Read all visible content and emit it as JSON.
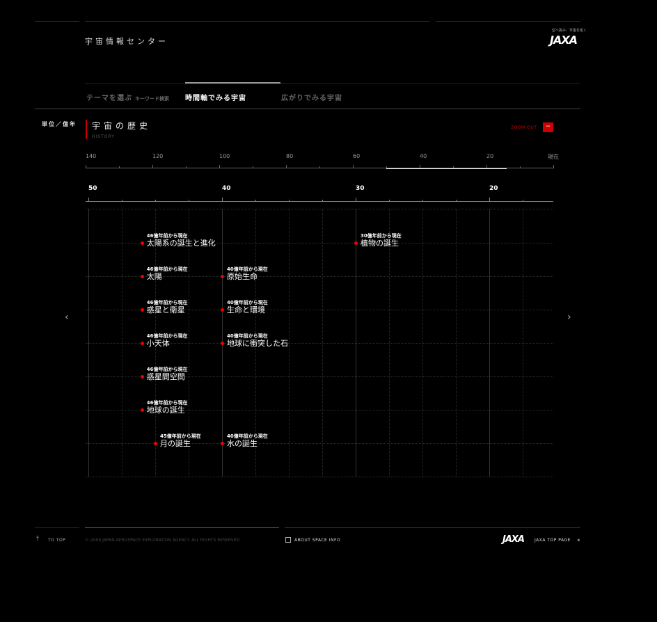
{
  "header": {
    "site_title": "宇宙情報センター",
    "logo_tagline": "空へ挑み、宇宙を拓く",
    "logo_text": "JAXA"
  },
  "nav": {
    "tabs": [
      {
        "label": "テーマを選ぶ",
        "sub": "キーワード検索",
        "active": false
      },
      {
        "label": "時間軸でみる宇宙",
        "active": true
      },
      {
        "label": "広がりでみる宇宙",
        "active": false
      }
    ]
  },
  "section": {
    "unit_label": "単位／億年",
    "title": "宇宙の歴史",
    "subtitle": "HISTORY",
    "zoom_label": "ZOOM OUT",
    "zoom_symbol": "−"
  },
  "overview_axis": {
    "ticks": [
      {
        "value": 140,
        "label": "140"
      },
      {
        "value": 120,
        "label": "120"
      },
      {
        "value": 100,
        "label": "100"
      },
      {
        "value": 80,
        "label": "80"
      },
      {
        "value": 60,
        "label": "60"
      },
      {
        "value": 40,
        "label": "40"
      },
      {
        "value": 20,
        "label": "20"
      },
      {
        "value": 0,
        "label": "現在"
      }
    ],
    "visible_window": [
      50,
      14
    ]
  },
  "main_axis": {
    "ticks": [
      {
        "value": 50,
        "label": "50"
      },
      {
        "value": 40,
        "label": "40"
      },
      {
        "value": 30,
        "label": "30"
      },
      {
        "value": 20,
        "label": "20"
      }
    ]
  },
  "events": [
    {
      "start": 46,
      "range": "46億年前から現在",
      "title": "太陽系の誕生と進化",
      "row": 0
    },
    {
      "start": 30,
      "range": "30億年前から現在",
      "title": "植物の誕生",
      "row": 0
    },
    {
      "start": 46,
      "range": "46億年前から現在",
      "title": "太陽",
      "row": 1
    },
    {
      "start": 40,
      "range": "40億年前から現在",
      "title": "原始生命",
      "row": 1
    },
    {
      "start": 46,
      "range": "46億年前から現在",
      "title": "惑星と衛星",
      "row": 2
    },
    {
      "start": 40,
      "range": "40億年前から現在",
      "title": "生命と環境",
      "row": 2
    },
    {
      "start": 46,
      "range": "46億年前から現在",
      "title": "小天体",
      "row": 3
    },
    {
      "start": 40,
      "range": "40億年前から現在",
      "title": "地球に衝突した石",
      "row": 3
    },
    {
      "start": 46,
      "range": "46億年前から現在",
      "title": "惑星間空間",
      "row": 4
    },
    {
      "start": 46,
      "range": "46億年前から現在",
      "title": "地球の誕生",
      "row": 5
    },
    {
      "start": 45,
      "range": "45億年前から現在",
      "title": "月の誕生",
      "row": 6
    },
    {
      "start": 40,
      "range": "40億年前から現在",
      "title": "水の誕生",
      "row": 6
    }
  ],
  "arrows": {
    "prev": "‹",
    "next": "›"
  },
  "footer": {
    "to_top": "TO TOP",
    "copyright": "© 2006 JAPAN AEROSPACE EXPLORATION AGENCY. ALL RIGHTS RESERVED.",
    "about": "ABOUT SPACE INFO",
    "jaxa_top": "JAXA TOP PAGE",
    "logo_text": "JAXA"
  },
  "colors": {
    "accent": "#cc0000",
    "background": "#000000",
    "text": "#ffffff"
  }
}
